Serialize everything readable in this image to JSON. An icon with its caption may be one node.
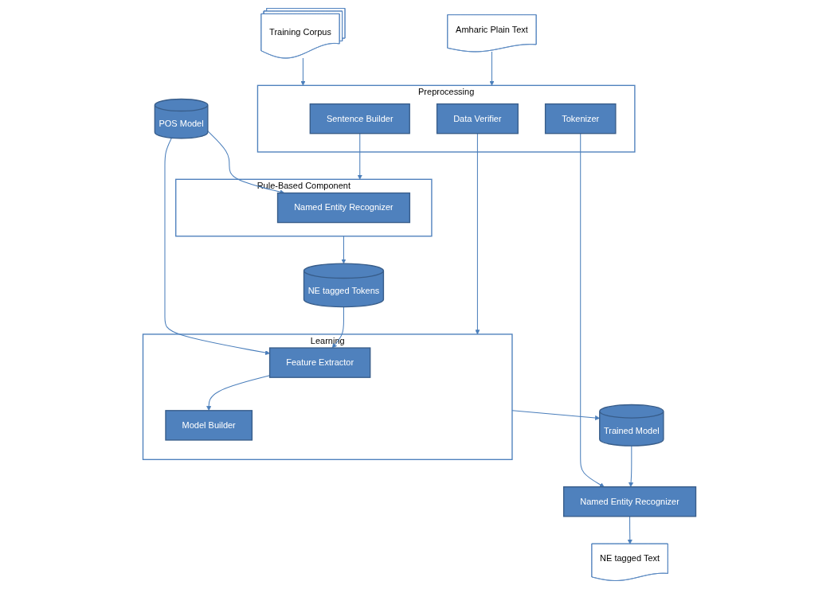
{
  "diagram": {
    "nodes": [
      {
        "text": [
          "Training Corpus"
        ]
      },
      {
        "text": [
          "Amharic Plain Text"
        ]
      },
      {
        "text": [
          "Preprocessing"
        ]
      },
      {
        "text": [
          "Sentence Builder"
        ],
        "in": 2
      },
      {
        "text": [
          "Data Verifier"
        ],
        "in": 2
      },
      {
        "text": [
          "Tokenizer"
        ],
        "in": 2
      },
      {
        "text": [
          "Rule-Based Component"
        ]
      },
      {
        "text": [
          "Named Entity Recognizer"
        ],
        "in": 6
      },
      {
        "text": [
          "POS Model"
        ]
      },
      {
        "text": [
          "Learning"
        ]
      },
      {
        "text": [
          "Feature Extractor"
        ],
        "in": 9
      },
      {
        "text": [
          "Model Builder"
        ],
        "in": 9
      },
      {
        "text": [
          "NE tagged Tokens"
        ]
      },
      {
        "text": [
          "Trained Model"
        ]
      },
      {
        "text": [
          "Named Entity Recognizer"
        ]
      },
      {
        "text": [
          "NE tagged Text"
        ]
      }
    ],
    "edges": [
      {
        "from": 0,
        "to": 2,
        "arrow": "to"
      },
      {
        "from": 1,
        "to": 2,
        "arrow": "to"
      },
      {
        "from": 3,
        "to": 6,
        "arrow": "to"
      },
      {
        "from": 4,
        "to": 9,
        "arrow": "to"
      },
      {
        "from": 5,
        "to": 14,
        "arrow": "to"
      },
      {
        "from": 8,
        "to": 7,
        "arrow": "to"
      },
      {
        "from": 8,
        "to": 10,
        "arrow": "to"
      },
      {
        "from": 6,
        "to": 12,
        "arrow": "to"
      },
      {
        "from": 12,
        "to": 10,
        "arrow": "to"
      },
      {
        "from": 10,
        "to": 11,
        "arrow": "to"
      },
      {
        "from": 9,
        "to": 13,
        "arrow": "to"
      },
      {
        "from": 13,
        "to": 14,
        "arrow": "to"
      },
      {
        "from": 14,
        "to": 15,
        "arrow": "to"
      }
    ]
  }
}
